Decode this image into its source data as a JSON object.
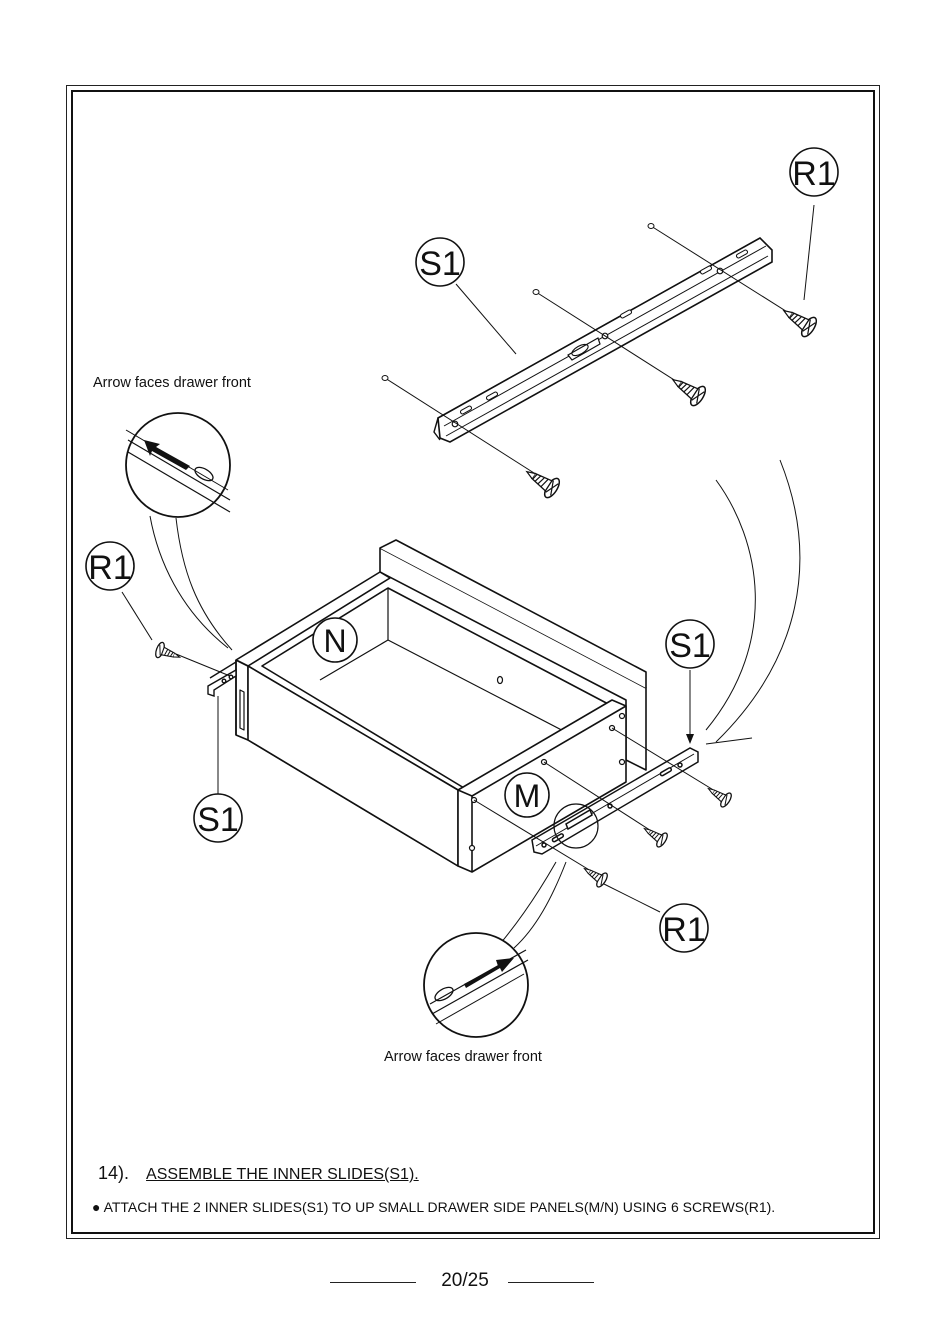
{
  "labels": {
    "s1_top": "S1",
    "r1_top": "R1",
    "r1_left": "R1",
    "s1_left": "S1",
    "s1_right": "S1",
    "n_panel": "N",
    "m_panel": "M",
    "r1_bottom": "R1"
  },
  "captions": {
    "arrow_top": "Arrow faces drawer front",
    "arrow_bottom": "Arrow faces drawer front"
  },
  "step": {
    "number": "14).",
    "title": "ASSEMBLE THE INNER SLIDES(S1).",
    "instruction": "● ATTACH THE 2 INNER SLIDES(S1) TO UP SMALL DRAWER SIDE PANELS(M/N) USING 6 SCREWS(R1)."
  },
  "footer": {
    "page": "20/25"
  }
}
